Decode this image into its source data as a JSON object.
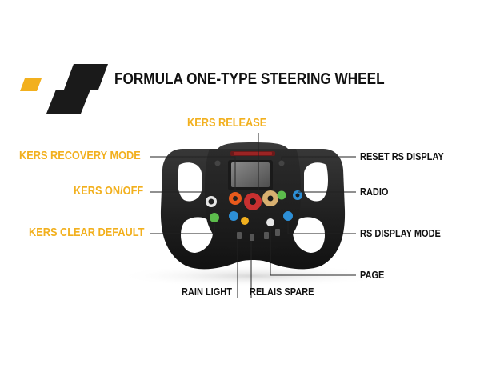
{
  "header": {
    "title": "FORMULA ONE-TYPE STEERING WHEEL"
  },
  "colors": {
    "accent": "#f2b01e",
    "logo_dark": "#1a1a1a",
    "text_dark": "#111111"
  },
  "callouts_left": [
    {
      "label": "KERS RELEASE"
    },
    {
      "label": "KERS RECOVERY MODE"
    },
    {
      "label": "KERS ON/OFF"
    },
    {
      "label": "KERS CLEAR DEFAULT"
    }
  ],
  "callouts_right": [
    {
      "label": "RESET RS DISPLAY"
    },
    {
      "label": "RADIO"
    },
    {
      "label": "RS DISPLAY MODE"
    },
    {
      "label": "PAGE"
    }
  ],
  "callouts_bottom": [
    {
      "label": "RAIN LIGHT"
    },
    {
      "label": "RELAIS SPARE"
    }
  ],
  "wheel": {
    "image": "steering-wheel",
    "button_colors": [
      "#e85a1c",
      "#d8b070",
      "#2d8fd6",
      "#5cbc4c",
      "#e6e6e6",
      "#c83030"
    ]
  }
}
